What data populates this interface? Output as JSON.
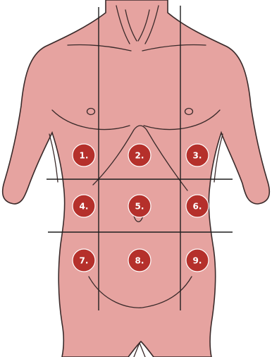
{
  "figure": {
    "skin_color": "#e6a3a0",
    "outline_color": "#3a2a2a",
    "grid_line_color": "#1f1f1f",
    "marker_color": "#b5302b",
    "marker_text_color": "#ffffff",
    "regions": [
      {
        "label": "1."
      },
      {
        "label": "2."
      },
      {
        "label": "3."
      },
      {
        "label": "4."
      },
      {
        "label": "5."
      },
      {
        "label": "6."
      },
      {
        "label": "7."
      },
      {
        "label": "8."
      },
      {
        "label": "9."
      }
    ]
  }
}
